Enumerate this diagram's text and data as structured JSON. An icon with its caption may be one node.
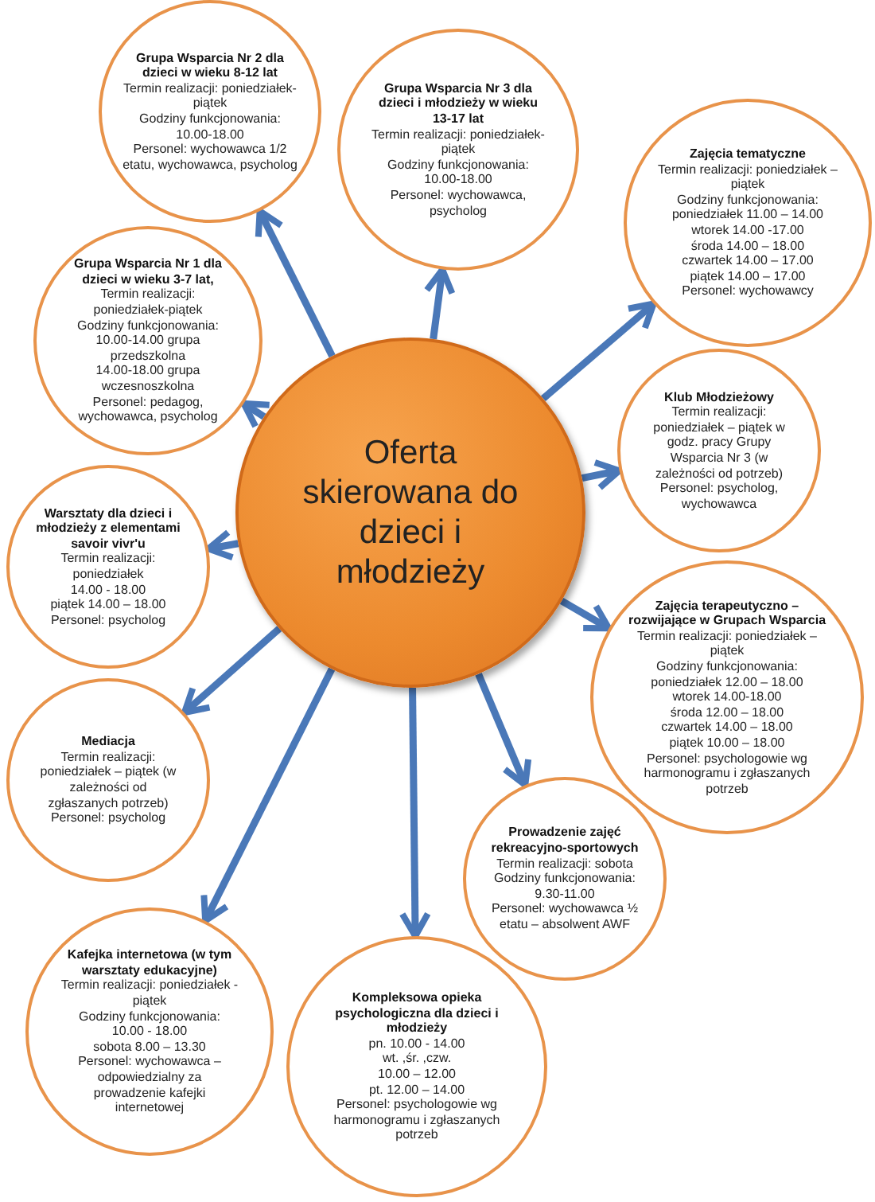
{
  "diagram": {
    "nodes": [
      {
        "text": [
          "Oferta skierowana do dzieci i młodzieży"
        ]
      },
      {
        "text": [
          "Grupa Wsparcia Nr 2 dla dzieci w wieku 8-12 lat",
          "Termin realizacji: poniedziałek-piątek",
          "Godziny funkcjonowania: 10.00-18.00",
          "Personel: wychowawca 1/2 etatu, wychowawca, psycholog"
        ]
      },
      {
        "text": [
          "Grupa Wsparcia Nr 3 dla dzieci i młodzieży w wieku 13-17 lat",
          "Termin realizacji: poniedziałek-piątek",
          "Godziny funkcjonowania: 10.00-18.00",
          "Personel: wychowawca, psycholog"
        ]
      },
      {
        "text": [
          "Zajęcia tematyczne",
          "Termin realizacji: poniedziałek – piątek",
          "Godziny funkcjonowania:",
          "poniedziałek 11.00 – 14.00",
          "wtorek 14.00 -17.00",
          "środa 14.00 – 18.00",
          "czwartek 14.00 – 17.00",
          "piątek 14.00 – 17.00",
          "Personel: wychowawcy"
        ]
      },
      {
        "text": [
          "Grupa Wsparcia Nr 1 dla dzieci w wieku 3-7 lat,",
          "Termin realizacji: poniedziałek-piątek",
          "Godziny funkcjonowania:",
          "10.00-14.00 grupa przedszkolna",
          "14.00-18.00 grupa wczesnoszkolna",
          "Personel: pedagog, wychowawca, psycholog"
        ]
      },
      {
        "text": [
          "Klub Młodzieżowy",
          "Termin realizacji: poniedziałek – piątek w godz. pracy Grupy Wsparcia Nr 3 (w zależności od potrzeb)",
          "Personel: psycholog, wychowawca"
        ]
      },
      {
        "text": [
          "Warsztaty dla dzieci i młodzieży z elementami savoir vivr'u",
          "Termin realizacji: poniedziałek",
          "14.00 - 18.00",
          "piątek 14.00 – 18.00",
          "Personel: psycholog"
        ]
      },
      {
        "text": [
          "Zajęcia terapeutyczno – rozwijające w Grupach Wsparcia",
          "Termin realizacji: poniedziałek – piątek",
          "Godziny funkcjonowania:",
          "poniedziałek 12.00 – 18.00",
          "wtorek 14.00-18.00",
          "środa 12.00 – 18.00",
          "czwartek 14.00 – 18.00",
          "piątek 10.00 – 18.00",
          "Personel: psychologowie wg harmonogramu i zgłaszanych potrzeb"
        ]
      },
      {
        "text": [
          "Mediacja",
          "Termin realizacji: poniedziałek – piątek (w zależności od zgłaszanych potrzeb)",
          "Personel: psycholog"
        ]
      },
      {
        "text": [
          "Prowadzenie zajęć rekreacyjno-sportowych",
          "Termin realizacji: sobota",
          "Godziny funkcjonowania: 9.30-11.00",
          "Personel: wychowawca ½ etatu – absolwent AWF"
        ]
      },
      {
        "text": [
          "Kafejka internetowa (w tym warsztaty edukacyjne)",
          "Termin realizacji: poniedziałek - piątek",
          "Godziny funkcjonowania:",
          "10.00 - 18.00",
          "sobota 8.00 – 13.30",
          "Personel: wychowawca – odpowiedzialny za prowadzenie kafejki internetowej"
        ]
      },
      {
        "text": [
          "Kompleksowa opieka psychologiczna dla dzieci i młodzieży",
          "pn. 10.00 - 14.00",
          "wt. ,śr. ,czw.",
          "10.00 – 12.00",
          "pt. 12.00 – 14.00",
          "Personel: psychologowie wg harmonogramu i zgłaszanych potrzeb"
        ]
      }
    ],
    "edges": [
      {
        "from": 0,
        "to": 1,
        "arrow": "to"
      },
      {
        "from": 0,
        "to": 2,
        "arrow": "to"
      },
      {
        "from": 0,
        "to": 3,
        "arrow": "to"
      },
      {
        "from": 0,
        "to": 4,
        "arrow": "to"
      },
      {
        "from": 0,
        "to": 5,
        "arrow": "to"
      },
      {
        "from": 0,
        "to": 6,
        "arrow": "to"
      },
      {
        "from": 0,
        "to": 7,
        "arrow": "to"
      },
      {
        "from": 0,
        "to": 8,
        "arrow": "to"
      },
      {
        "from": 0,
        "to": 9,
        "arrow": "to"
      },
      {
        "from": 0,
        "to": 10,
        "arrow": "to"
      },
      {
        "from": 0,
        "to": 11,
        "arrow": "to"
      }
    ]
  }
}
